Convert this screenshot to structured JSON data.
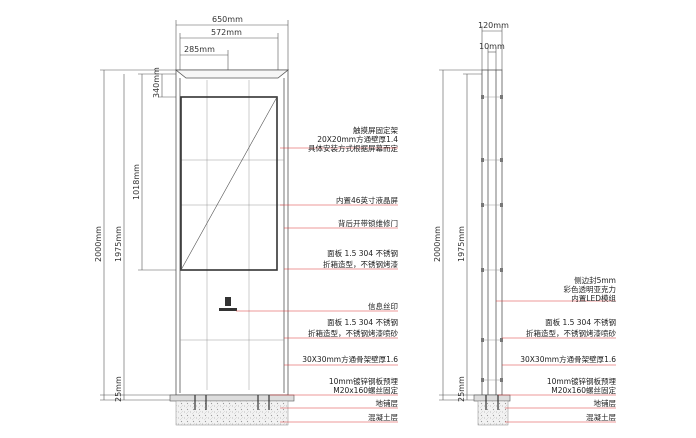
{
  "front_view": {
    "width_outer": "650mm",
    "width_inner": "572mm",
    "width_half": "285mm",
    "height_top": "340mm",
    "height_screen": "1018mm",
    "height_total_inner": "1975mm",
    "height_total": "2000mm",
    "height_base": "25mm"
  },
  "side_view": {
    "depth_outer": "120mm",
    "depth_inner": "10mm",
    "height_total_inner": "1975mm",
    "height_total": "2000mm",
    "height_base": "25mm"
  },
  "front_annotations": [
    {
      "lines": [
        "触摸屏固定架",
        "20X20mm方通壁厚1.4",
        "具体安装方式根据屏幕而定"
      ]
    },
    {
      "lines": [
        "内置46英寸液晶屏"
      ]
    },
    {
      "lines": [
        "背后开带锁维修门"
      ]
    },
    {
      "lines": [
        "面板 1.5 304 不锈钢",
        "折箱造型，不锈钢烤漆"
      ]
    },
    {
      "lines": [
        "信息丝印"
      ]
    },
    {
      "lines": [
        "面板 1.5 304 不锈钢",
        "折箱造型，不锈钢烤漆喷砂"
      ]
    },
    {
      "lines": [
        "30X30mm方通骨架壁厚1.6"
      ]
    },
    {
      "lines": [
        "10mm镀锌钢板预埋",
        "M20x160螺丝固定"
      ]
    },
    {
      "lines": [
        "地铺层"
      ]
    },
    {
      "lines": [
        "混凝土层"
      ]
    }
  ],
  "side_annotations": [
    {
      "lines": [
        "侧边封5mm",
        "彩色透明亚克力",
        "内置LED模组"
      ]
    },
    {
      "lines": [
        "面板 1.5 304 不锈钢",
        "折箱造型，不锈钢烤漆喷砂"
      ]
    },
    {
      "lines": [
        "30X30mm方通骨架壁厚1.6"
      ]
    },
    {
      "lines": [
        "10mm镀锌钢板预埋",
        "M20x160螺丝固定"
      ]
    },
    {
      "lines": [
        "地铺层"
      ]
    },
    {
      "lines": [
        "混凝土层"
      ]
    }
  ],
  "colors": {
    "line": "#555555",
    "leader": "#d33333",
    "text": "#222222",
    "hatch": "#999999"
  }
}
